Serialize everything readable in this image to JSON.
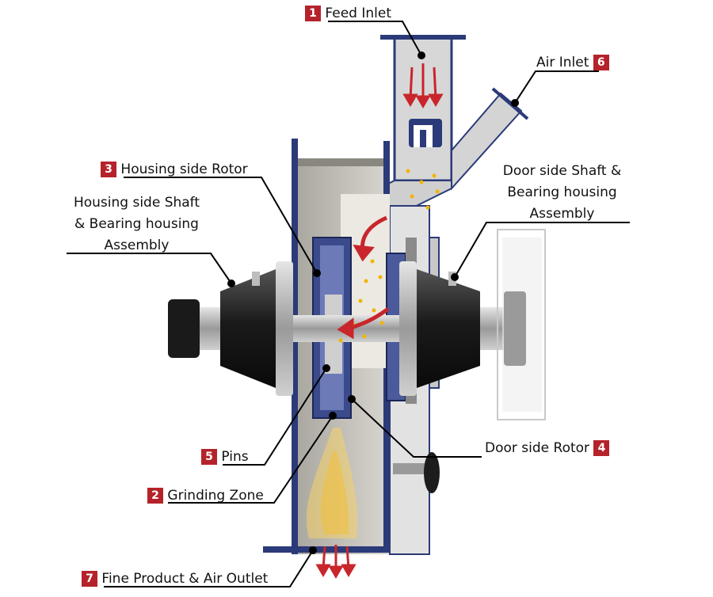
{
  "colors": {
    "badge": "#b5232a",
    "frame": "#2b3a78",
    "arrow": "#c8262c",
    "particles": "#f2b400"
  },
  "logo_icon": "company-logo-icon",
  "labels": {
    "feed_inlet": {
      "num": "1",
      "text": "Feed Inlet"
    },
    "grinding_zone": {
      "num": "2",
      "text": "Grinding Zone"
    },
    "housing_rotor": {
      "num": "3",
      "text": "Housing side Rotor"
    },
    "door_rotor": {
      "num": "4",
      "text": "Door side Rotor"
    },
    "pins": {
      "num": "5",
      "text": "Pins"
    },
    "air_inlet": {
      "num": "6",
      "text": "Air Inlet"
    },
    "outlet": {
      "num": "7",
      "text": "Fine Product & Air Outlet"
    },
    "housing_shaft": {
      "line1": "Housing side Shaft",
      "line2": "& Bearing housing",
      "line3": "Assembly"
    },
    "door_shaft": {
      "line1": "Door side Shaft &",
      "line2": "Bearing housing",
      "line3": "Assembly"
    }
  }
}
